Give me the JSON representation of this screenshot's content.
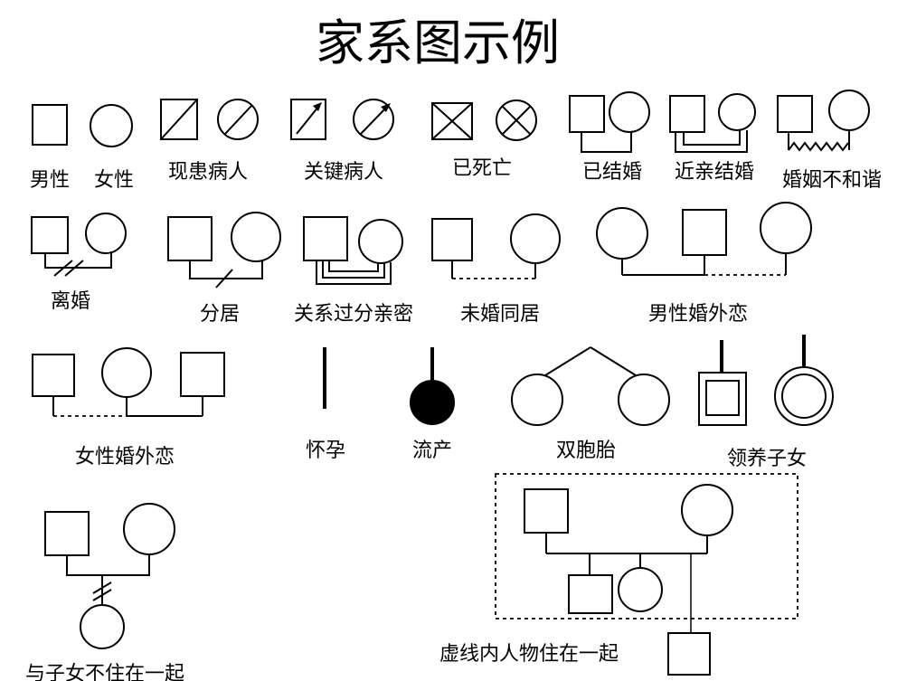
{
  "title": "家系图示例",
  "labels": {
    "male": "男性",
    "female": "女性",
    "affected": "现患病人",
    "proband": "关键病人",
    "deceased": "已死亡",
    "married": "已结婚",
    "consanguineous": "近亲结婚",
    "discord": "婚姻不和谐",
    "divorce": "离婚",
    "separation": "分居",
    "close": "关系过分亲密",
    "cohabit": "未婚同居",
    "male_affair": "男性婚外恋",
    "female_affair": "女性婚外恋",
    "pregnancy": "怀孕",
    "miscarriage": "流产",
    "twins": "双胞胎",
    "adopted": "领养子女",
    "live_apart": "与子女不住在一起",
    "live_together": "虚线内人物住在一起"
  }
}
